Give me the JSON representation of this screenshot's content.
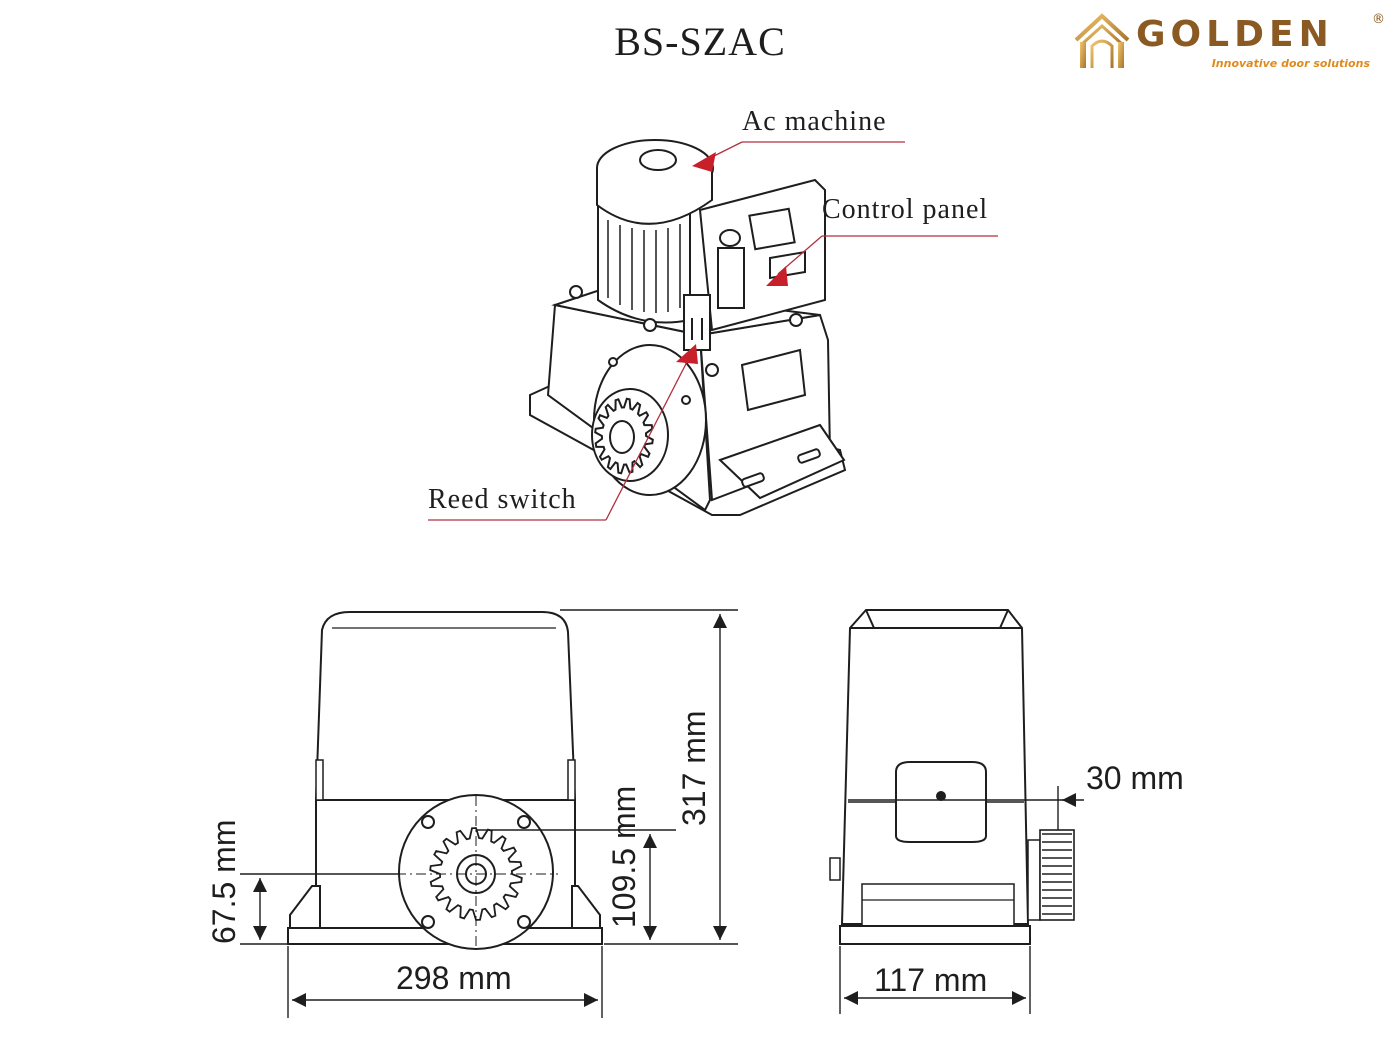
{
  "header": {
    "title": "BS-SZAC",
    "logo": {
      "word": "GOLDEN",
      "registered": "®",
      "tagline": "Innovative door solutions"
    }
  },
  "callouts": {
    "ac_machine": "Ac machine",
    "control_panel": "Control panel",
    "reed_switch": "Reed switch"
  },
  "dimensions": {
    "front_width": "298 mm",
    "front_height": "317 mm",
    "gear_height": "109.5 mm",
    "base_height": "67.5 mm",
    "side_width": "117 mm",
    "gear_offset": "30 mm"
  },
  "colors": {
    "line": "#1e1e1e",
    "leader": "#b03040",
    "arrow_red": "#c8202a",
    "logo_brown": "#8a5a22",
    "logo_gold": "#d4a04a",
    "logo_orange": "#e08a1e"
  }
}
